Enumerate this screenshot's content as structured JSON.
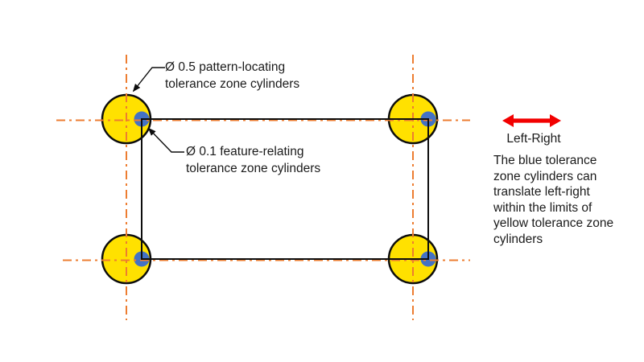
{
  "colors": {
    "yellow": "#FFE100",
    "blue": "#4472C4",
    "orange": "#ED7D31",
    "red": "#F20000",
    "outline": "#0D0D0D",
    "text": "#1A1A1A"
  },
  "callouts": {
    "pattern_zone": "Ø 0.5 pattern-locating tolerance zone cylinders",
    "feature_zone": "Ø 0.1 feature-relating tolerance zone cylinders"
  },
  "legend": {
    "arrow_label": "Left-Right",
    "note": "The blue tolerance zone cylinders can translate left-right within the limits of yellow tolerance zone cylinders"
  },
  "icons": {
    "left_right_arrow": "red-double-headed-horizontal-arrow"
  }
}
